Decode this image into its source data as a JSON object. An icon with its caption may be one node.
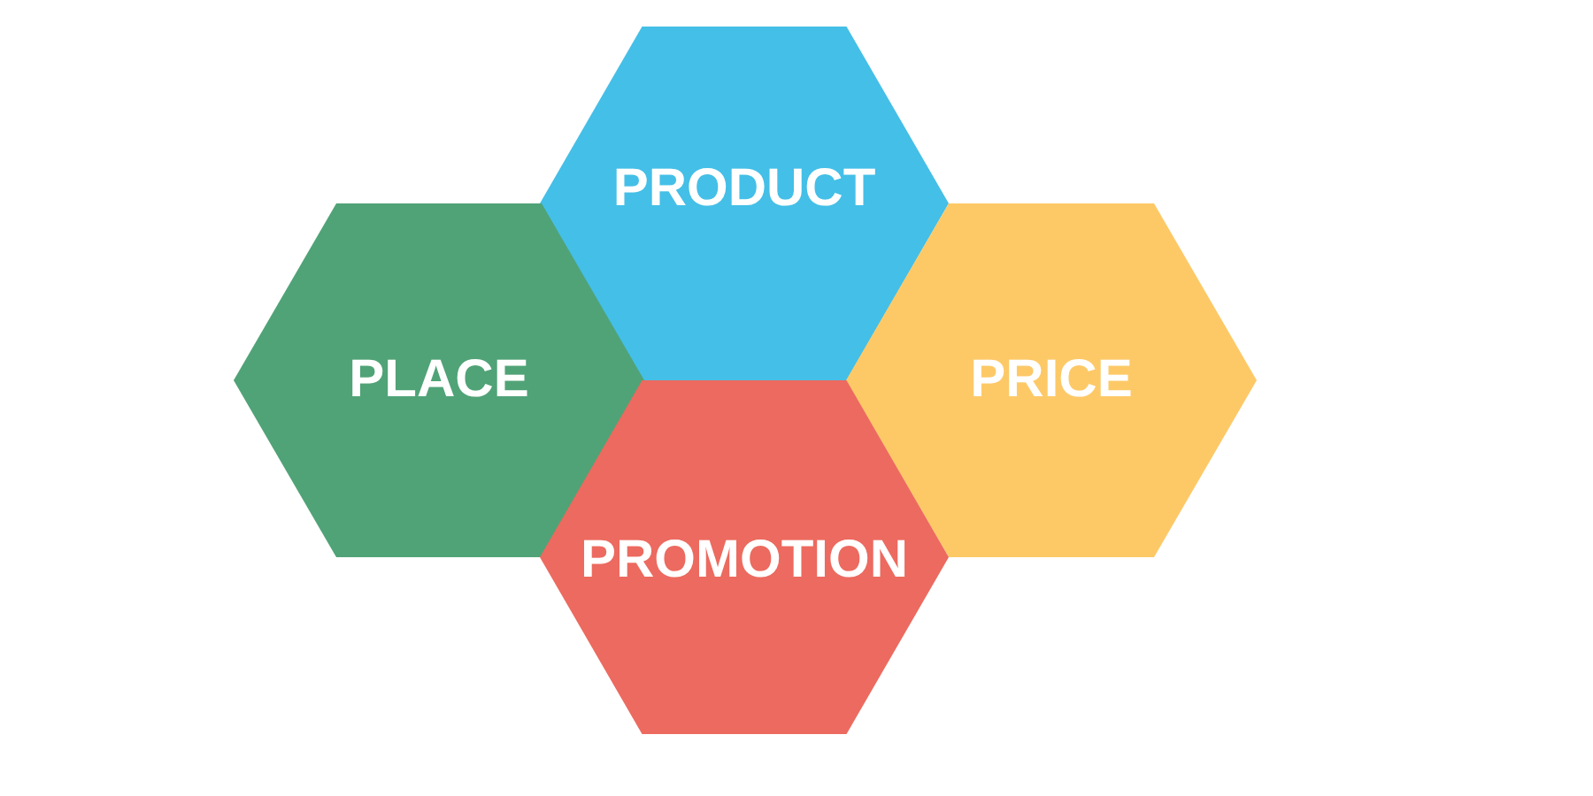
{
  "diagram": {
    "nodes": [
      {
        "text": [
          "PRODUCT"
        ]
      },
      {
        "text": [
          "PLACE"
        ]
      },
      {
        "text": [
          "PRICE"
        ]
      },
      {
        "text": [
          "PROMOTION"
        ]
      }
    ]
  }
}
